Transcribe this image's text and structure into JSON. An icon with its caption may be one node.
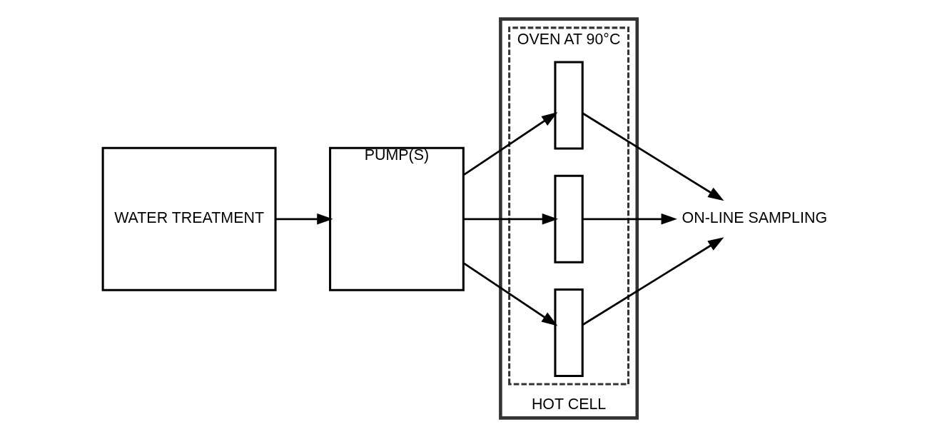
{
  "diagram": {
    "nodes": [
      {
        "text": [
          "WATER TREATMENT"
        ]
      },
      {
        "text": [
          "PUMP(S)"
        ]
      },
      {
        "text": [
          "HOT CELL"
        ]
      },
      {
        "text": [
          "OVEN AT 90°C"
        ],
        "in": 2
      },
      {
        "text": [],
        "shape": "box",
        "in": 3
      },
      {
        "text": [],
        "shape": "box",
        "in": 3
      },
      {
        "text": [],
        "shape": "box",
        "in": 3
      },
      {
        "text": [
          "ON-LINE SAMPLING"
        ]
      }
    ],
    "edges": [
      {
        "from": 0,
        "to": 1,
        "arrow": "to"
      },
      {
        "from": 1,
        "to": 4,
        "arrow": "to"
      },
      {
        "from": 1,
        "to": 5,
        "arrow": "to"
      },
      {
        "from": 1,
        "to": 6,
        "arrow": "to"
      },
      {
        "from": 4,
        "to": 7,
        "arrow": "to"
      },
      {
        "from": 5,
        "to": 7,
        "arrow": "to"
      },
      {
        "from": 6,
        "to": 7,
        "arrow": "to"
      }
    ]
  }
}
